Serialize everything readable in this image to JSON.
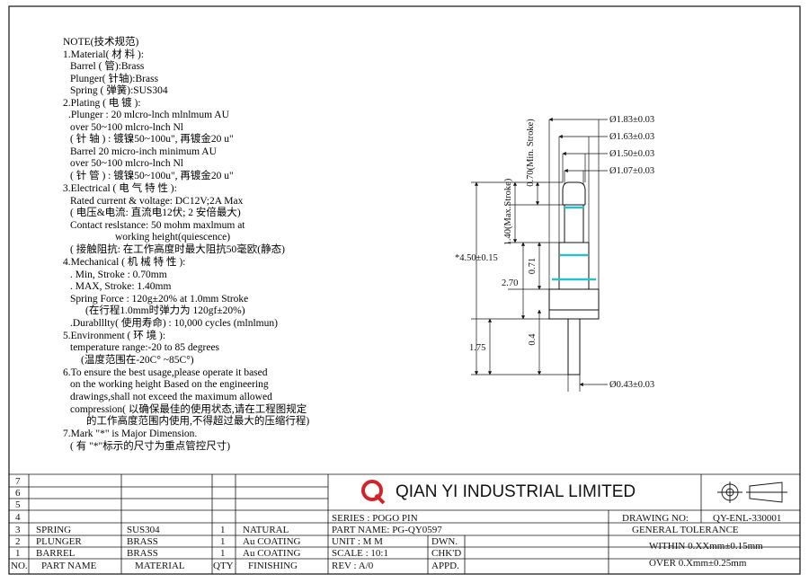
{
  "notes": [
    "NOTE(技术规范)",
    "1.Material(   材    料   ):",
    "Barrel  (          管):Brass",
    "Plunger(          针轴):Brass",
    "Spring  (       弹簧):SUS304",
    "2.Plating (   电    镀    ):",
    ".Plunger : 20 mlcro-lnch mlnlmum AU",
    "over 50~100 mlcro-lnch Nl",
    "(  针  轴  ) : 镀镍50~100u\", 再镀金20 u\"",
    "Barrel 20 micro-inch minimum AU",
    "over 50~100 mlcro-lnch Nl",
    "(  针  管  ) : 镀镍50~100u\", 再镀金20 u\"",
    "3.Electrical ( 电 气 特 性 ):",
    "Rated current & voltage: DC12V;2A Max",
    "(    电压&电流:   直流电12伏; 2 安倍最大)",
    "Contact reslstance: 50 mohm  maxlmum  at",
    "working height(quiescence)",
    "(    接触阻抗: 在工作高度时最大阻抗50毫欧(静态)",
    "4.Mechanical ( 机 械 特 性 ):",
    ".      Min, Stroke : 0.70mm",
    ".      MAX, Stroke: 1.40mm",
    "Spring Force : 120g±20% at 1.0mm Stroke",
    "(在行程1.0mm时弹力为  120gf±20%)",
    ".Durablllty(    使用寿命) : 10,000 cycles (mlnlmun)",
    "5.Environment (    环  境 ):",
    "temperature range:-20 to 85 degrees",
    "(温度范围在-20C°  ~85C°)",
    "6.To ensure the best usage,please operate it based",
    "on the working height Based on the engineering",
    "drawings,shall not exceed the maximum allowed",
    "compression(     以确保最佳的使用状态,请在工程图规定",
    "的工作高度范围内使用,不得超过最大的压缩行程)",
    "7.Mark \"*\" is Major Dimension.",
    "(     有 \"*\"标示的尺寸为重点管控尺寸)"
  ],
  "dimensions": {
    "dia_183": "Ø1.83±0.03",
    "dia_163": "Ø1.63±0.03",
    "dia_150": "Ø1.50±0.03",
    "dia_107": "Ø1.07±0.03",
    "dia_043": "Ø0.43±0.03",
    "max_stroke": "1.40(Max.Stroke)",
    "min_stroke": "0.70(Min. Stroke)",
    "total_length": "*4.50±0.15",
    "barrel_length": "2.70",
    "len_071": "0.71",
    "len_175": "1.75",
    "len_04": "0.4"
  },
  "titleblock": {
    "company": "QIAN  YI  INDUSTRIAL  LIMITED",
    "row_numbers": [
      "7",
      "6",
      "5",
      "4",
      "3",
      "2",
      "1"
    ],
    "header": {
      "no": "NO.",
      "part_name": "PART NAME",
      "material": "MATERIAL",
      "qty": "QTY",
      "finishing": "FINISHING"
    },
    "parts": [
      {
        "no": "3",
        "name": "SPRING",
        "material": "SUS304",
        "qty": "1",
        "finishing": "NATURAL"
      },
      {
        "no": "2",
        "name": "PLUNGER",
        "material": "BRASS",
        "qty": "1",
        "finishing": "Au COATING"
      },
      {
        "no": "1",
        "name": "BARREL",
        "material": "BRASS",
        "qty": "1",
        "finishing": "Au COATING"
      }
    ],
    "series": "SERIES : POGO  PIN",
    "part_name": "PART NAME: PG-QY0597",
    "unit": "UNIT  : M M",
    "scale": "SCALE : 10:1",
    "rev": "REV   : A/0",
    "dwn": "DWN.",
    "chkd": "CHK'D",
    "appd": "APPD.",
    "drawing_no_label": "DRAWING NO:",
    "drawing_no": "QY-ENL-330001",
    "tolerance_title": "GENERAL TOLERANCE",
    "tol_within": "WITHIN 0.XXmm±0.15mm",
    "tol_over": "OVER   0.Xmm±0.25mm"
  }
}
